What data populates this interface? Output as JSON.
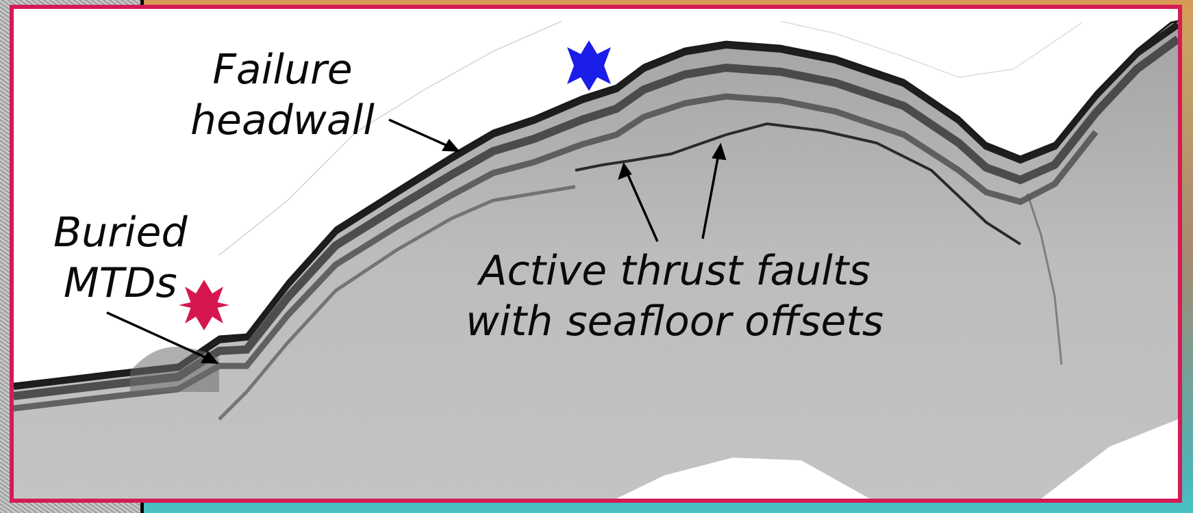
{
  "labels": {
    "failure_headwall": {
      "line1": "Failure",
      "line2": "headwall"
    },
    "buried_mtds": {
      "line1": "Buried",
      "line2": "MTDs"
    },
    "thrust_faults": {
      "line1": "Active thrust faults",
      "line2": "with seafloor offsets"
    }
  },
  "markers": {
    "red_star_color": "#d6174f",
    "blue_star_color": "#1a1ee8"
  },
  "colors": {
    "frame_border": "#d51b55",
    "seafloor_reflector": "#1b1b1b",
    "subsurface": "#b9b9b9"
  }
}
